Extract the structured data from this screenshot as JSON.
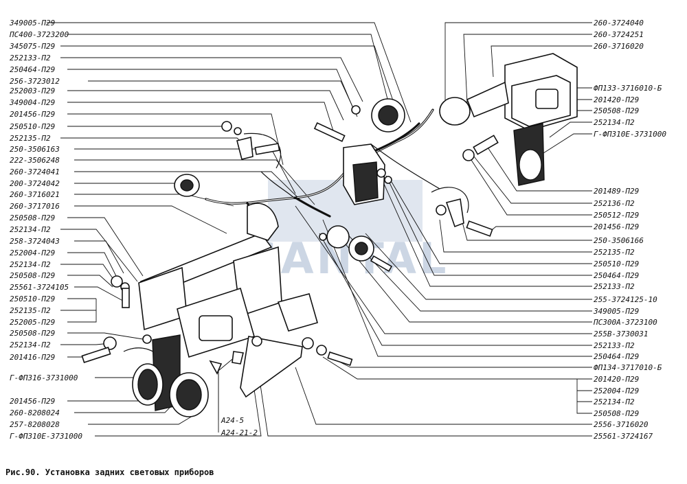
{
  "caption": "Рис.90. Установка задних световых приборов",
  "watermark": "SANTAL",
  "left_labels": [
    "349005-П29",
    "ПС400-3723200",
    "345075-П29",
    "252133-П2",
    "250464-П29",
    "256-3723012",
    "252003-П29",
    "349004-П29",
    "201456-П29",
    "250510-П29",
    "252135-П2",
    "250-3506163",
    "222-3506248",
    "260-3724041",
    "200-3724042",
    "260-3716021",
    "260-3717016",
    "250508-П29",
    "252134-П2",
    "258-3724043",
    "252004-П29",
    "252134-П2",
    "250508-П29",
    "25561-3724105",
    "250510-П29",
    "252135-П2",
    "252005-П29",
    "250508-П29",
    "252134-П2",
    "201416-П29",
    "Г-ФП316-3731000",
    "201456-П29",
    "260-8208024",
    "257-8208028",
    "Г-ФП310Е-3731000"
  ],
  "right_labels": [
    "260-3724040",
    "260-3724251",
    "260-3716020",
    "ФП133-3716010-Б",
    "201420-П29",
    "250508-П29",
    "252134-П2",
    "Г-ФП310Е-3731000",
    "201489-П29",
    "252136-П2",
    "250512-П29",
    "201456-П29",
    "250-3506166",
    "252135-П2",
    "250510-П29",
    "250464-П29",
    "252133-П2",
    "255-3724125-10",
    "349005-П29",
    "ПС300А-3723100",
    "255В-3730031",
    "252133-П2",
    "250464-П29",
    "ФП134-3717010-Б",
    "201420-П29",
    "252004-П29",
    "252134-П2",
    "250508-П29",
    "2556-3716020",
    "25561-3724167"
  ],
  "bottom_labels": [
    "А24-5",
    "А24-21-2"
  ]
}
